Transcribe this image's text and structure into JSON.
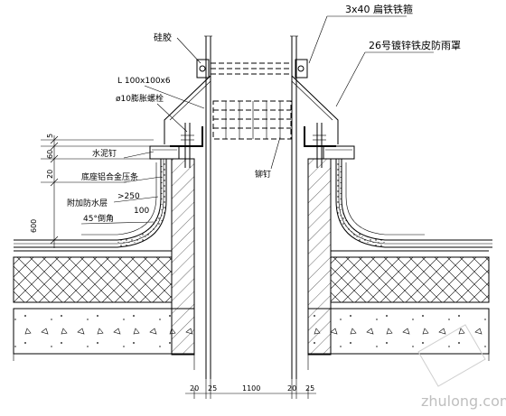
{
  "labels": {
    "silicone": "硅胶",
    "flat_iron_hoop": "3x40 扁铁铁箍",
    "steel_sheet_rain_cover": "26号镀锌铁皮防雨罩",
    "angle_steel": "L 100x100x6",
    "expansion_bolt": "ø10膨胀螺栓",
    "cement_nail": "水泥钉",
    "aluminum_strip": "底座铝合金压条",
    "dim_gt250": ">250",
    "extra_waterproof": "附加防水层",
    "dim_100": "100",
    "chamfer_45": "45°倒角",
    "rivet": "铆钉"
  },
  "dimensions": {
    "left_5": "5",
    "left_60": "60",
    "left_20": "20",
    "left_600": "600",
    "bottom_left_20": "20",
    "bottom_left_25": "25",
    "bottom_center": "1100",
    "bottom_right_20": "20",
    "bottom_right_25": "25"
  },
  "watermark": {
    "text": "zhulong.com"
  }
}
